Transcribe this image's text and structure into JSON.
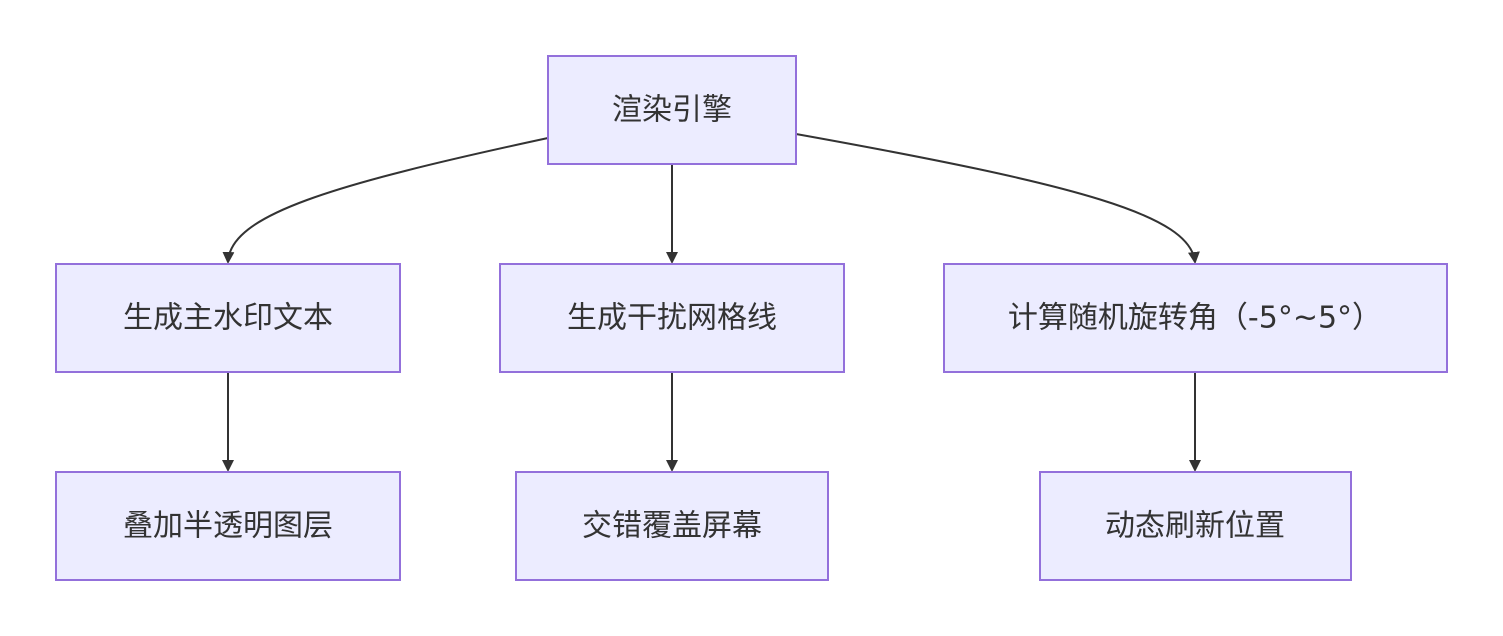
{
  "nodes": {
    "root": "渲染引擎",
    "main_watermark_text": "生成主水印文本",
    "interference_grid": "生成干扰网格线",
    "random_rotation": "计算随机旋转角（-5°~5°）",
    "translucent_layer": "叠加半透明图层",
    "interleaved_cover": "交错覆盖屏幕",
    "dynamic_refresh": "动态刷新位置"
  },
  "edges": [
    {
      "from": "root",
      "to": "main_watermark_text"
    },
    {
      "from": "root",
      "to": "interference_grid"
    },
    {
      "from": "root",
      "to": "random_rotation"
    },
    {
      "from": "main_watermark_text",
      "to": "translucent_layer"
    },
    {
      "from": "interference_grid",
      "to": "interleaved_cover"
    },
    {
      "from": "random_rotation",
      "to": "dynamic_refresh"
    }
  ],
  "colors": {
    "node_fill": "#ECECFF",
    "node_stroke": "#9370DB",
    "edge": "#333333",
    "text": "#333333"
  }
}
